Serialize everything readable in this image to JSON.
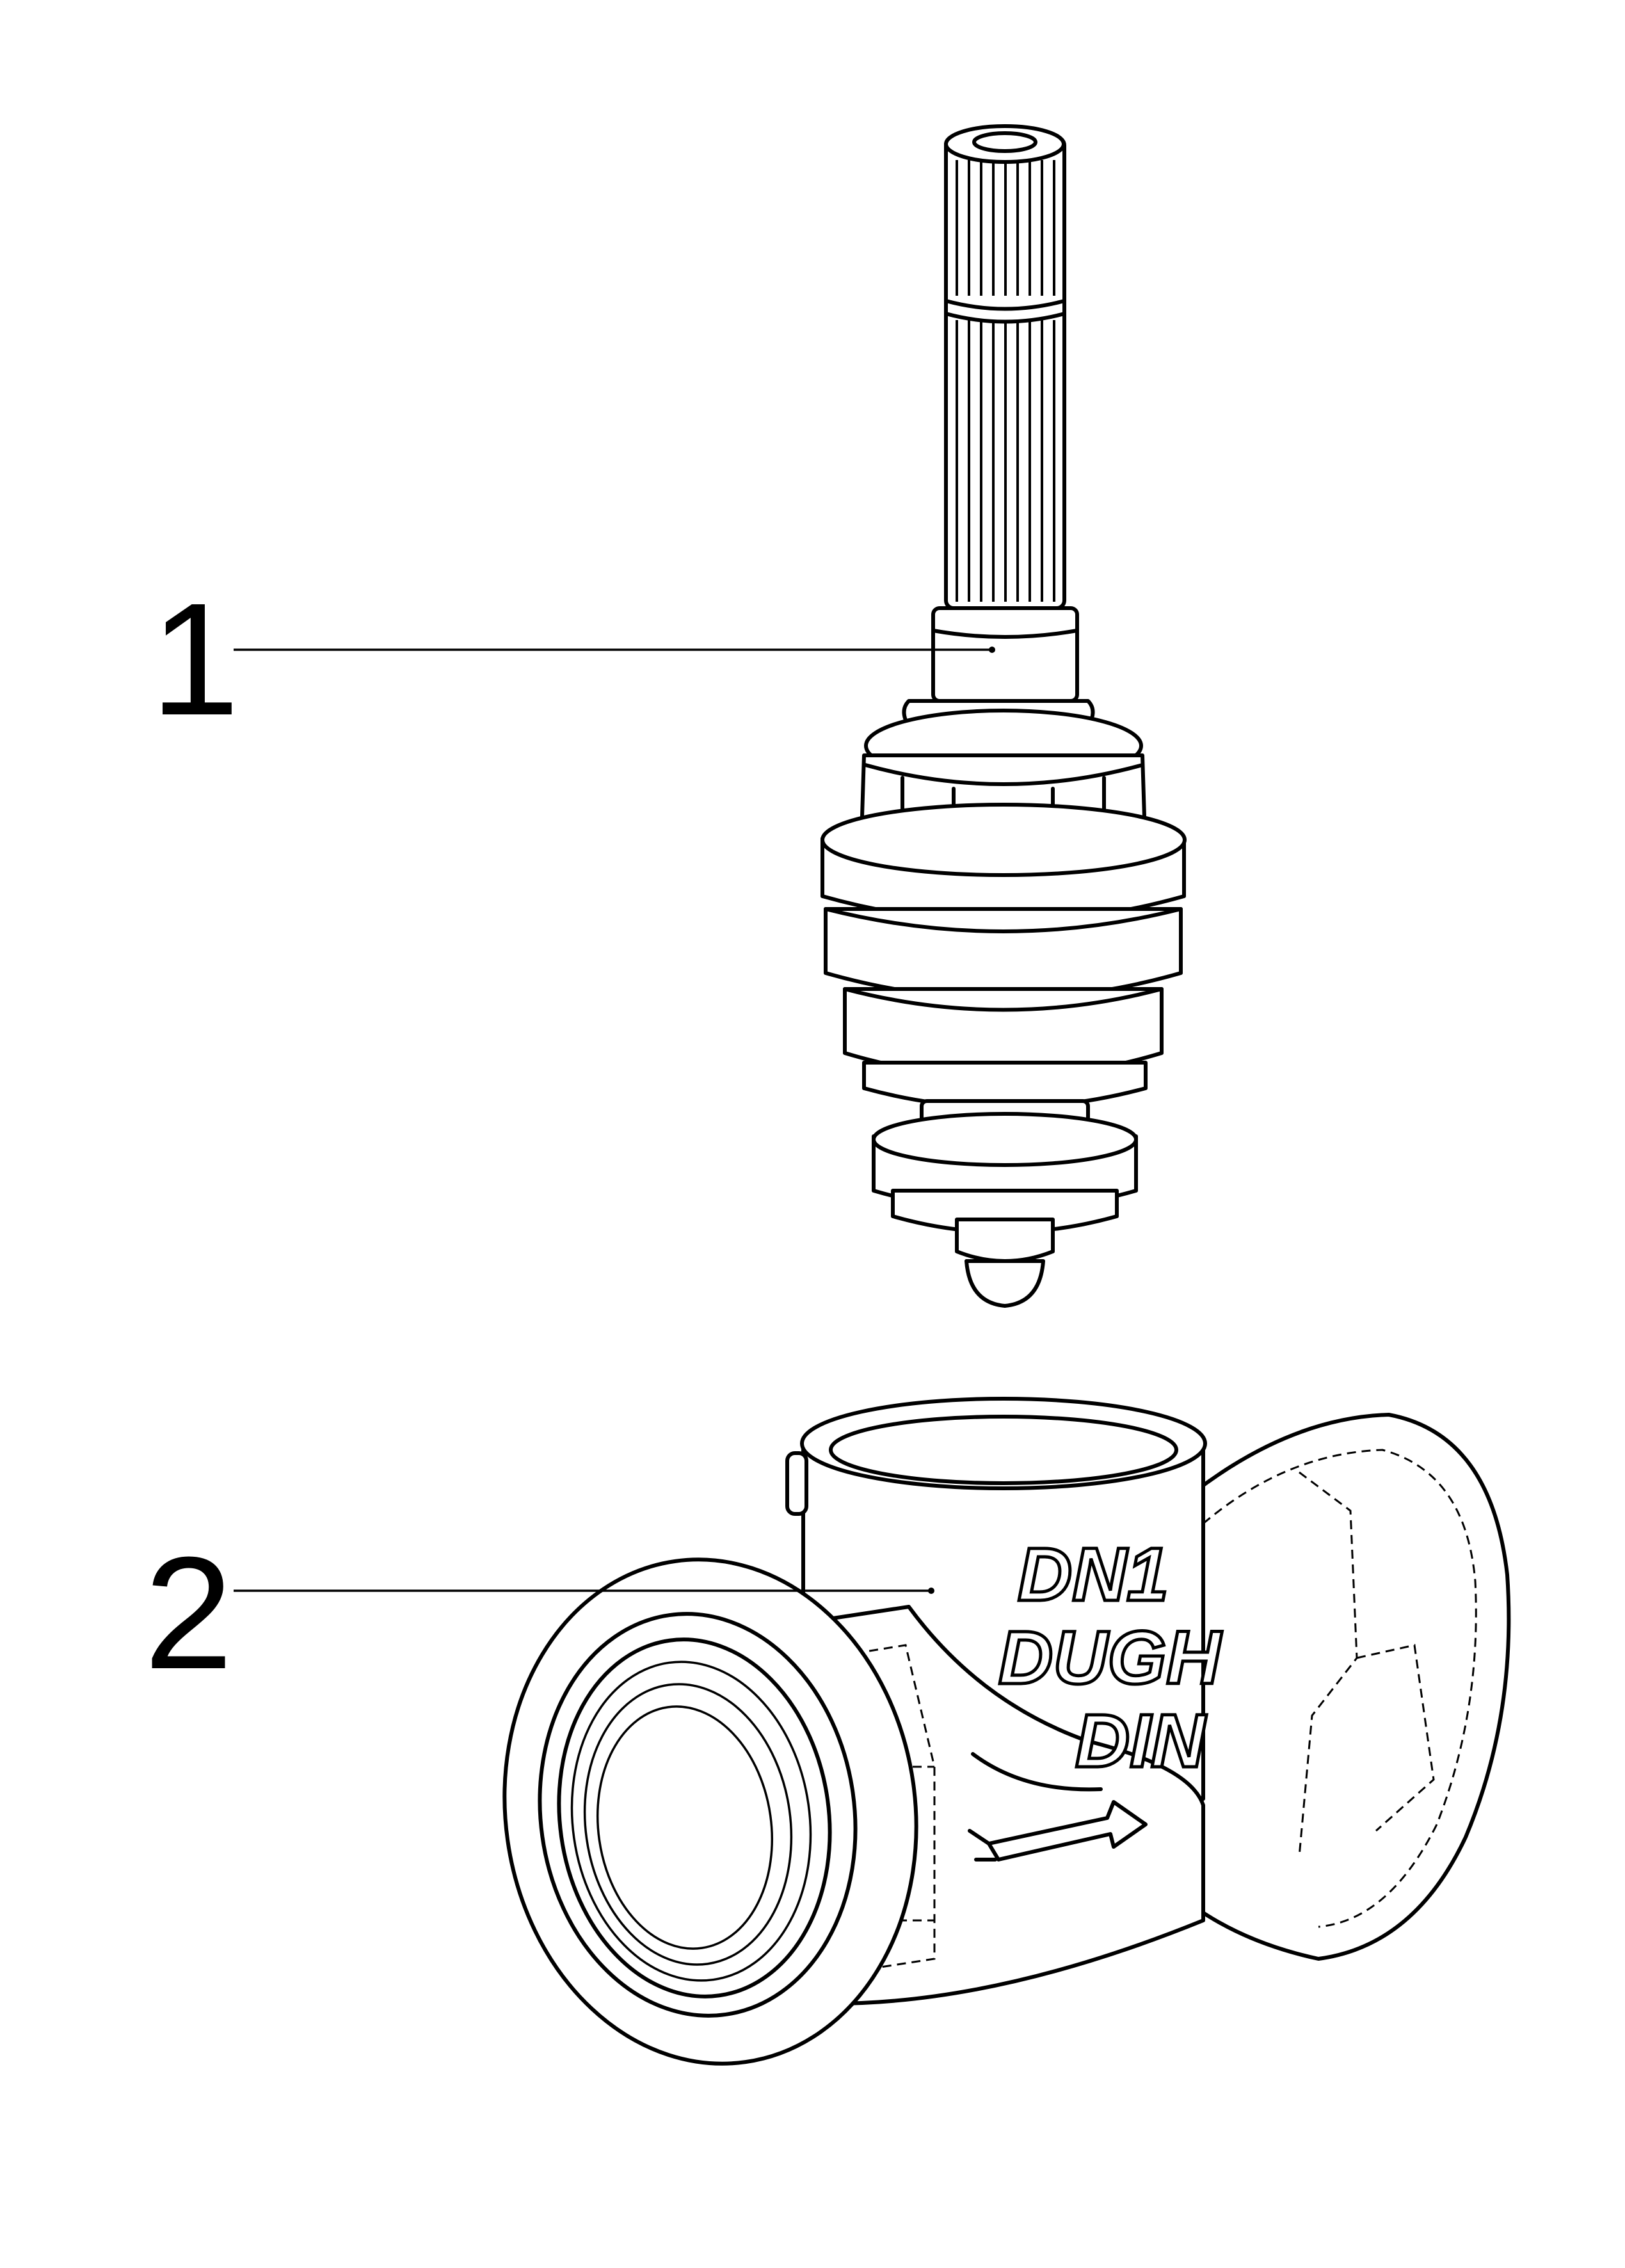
{
  "callouts": [
    {
      "number": "1",
      "part": "valve cartridge"
    },
    {
      "number": "2",
      "part": "tee fitting body"
    }
  ],
  "embossing": {
    "line1": "DN1",
    "line2": "DUGH",
    "line3": "DIN"
  }
}
